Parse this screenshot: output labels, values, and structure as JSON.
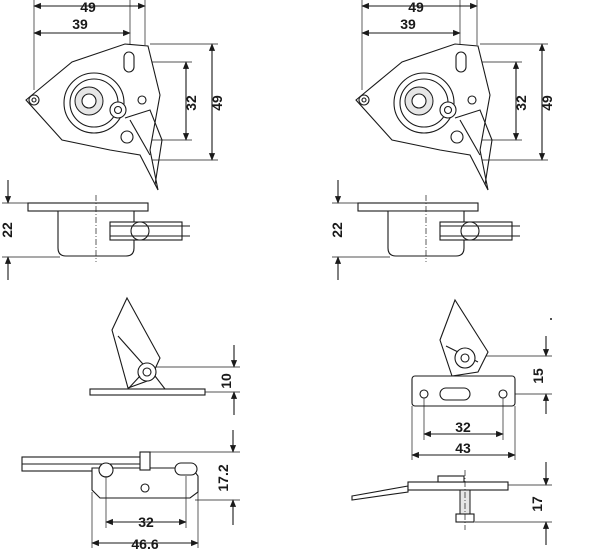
{
  "colors": {
    "line": "#1a1a1a",
    "background": "#ffffff",
    "shade": "#e6e6e6"
  },
  "views": {
    "top_left": {
      "dims": [
        "49",
        "39",
        "32",
        "49"
      ]
    },
    "top_right": {
      "dims": [
        "49",
        "39",
        "32",
        "49"
      ]
    },
    "side_left": {
      "dims": [
        "22"
      ]
    },
    "side_right": {
      "dims": [
        "22"
      ]
    },
    "mid_left": {
      "dims": [
        "10"
      ]
    },
    "mid_right": {
      "dims": [
        "15",
        "32",
        "43"
      ]
    },
    "bottom_left": {
      "dims": [
        "17.2",
        "32",
        "46.6"
      ]
    },
    "bottom_right": {
      "dims": [
        "17"
      ]
    }
  }
}
